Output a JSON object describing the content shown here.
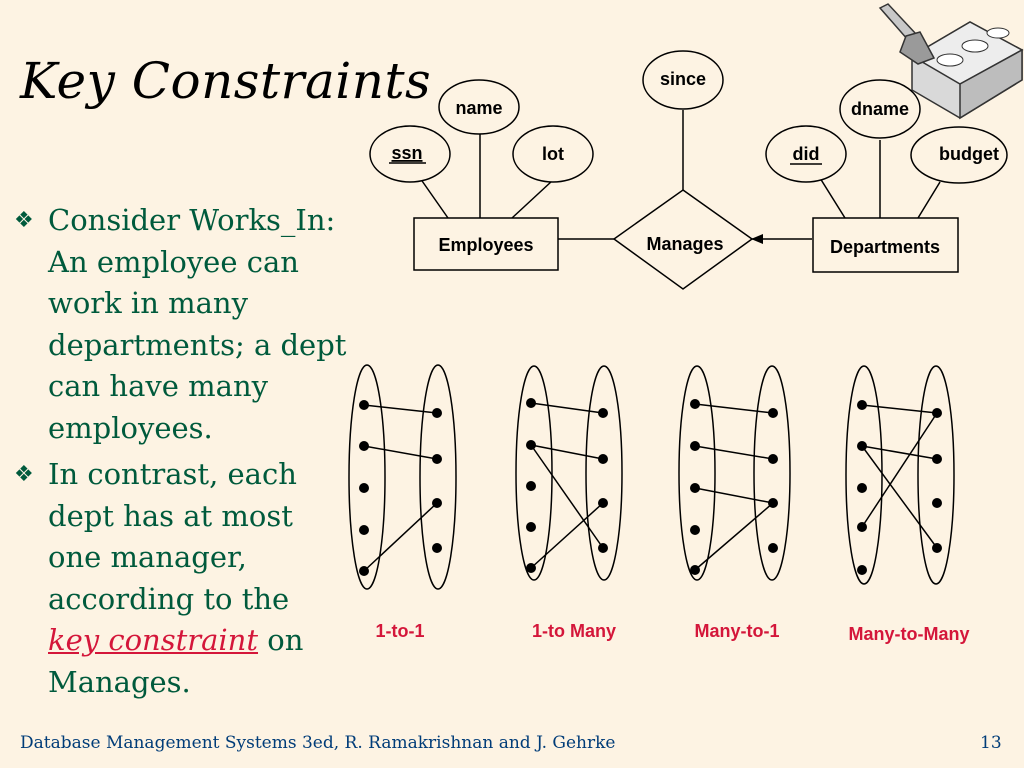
{
  "slide": {
    "title": "Key Constraints",
    "bullets": [
      {
        "lines": [
          "Consider Works_In:",
          "An employee can",
          "work in many",
          "departments; a dept",
          "can have many",
          "employees."
        ]
      },
      {
        "lines": [
          "In contrast, each",
          "dept has at most",
          "one manager,",
          "according to the"
        ],
        "emphasis": "key constraint",
        "tail_on_emphasis_line": " on",
        "last_line": "Manages."
      }
    ],
    "footer": {
      "left": "Database Management Systems 3ed,  R. Ramakrishnan and J. Gehrke",
      "page_number": "13"
    }
  },
  "er_diagram": {
    "entities": {
      "employees": "Employees",
      "departments": "Departments"
    },
    "relationship": "Manages",
    "attributes": {
      "ssn": "ssn",
      "name": "name",
      "lot": "lot",
      "since": "since",
      "did": "did",
      "dname": "dname",
      "budget": "budget"
    },
    "key_attributes": [
      "ssn",
      "did"
    ]
  },
  "mappings": [
    {
      "label": "1-to-1"
    },
    {
      "label": "1-to Many"
    },
    {
      "label": "Many-to-1"
    },
    {
      "label": "Many-to-Many"
    }
  ],
  "colors": {
    "background": "#FDF3E3",
    "bullet_text": "#005A3C",
    "emphasis": "#D4163A",
    "mapping_label": "#D4163A",
    "footer": "#003C78"
  }
}
